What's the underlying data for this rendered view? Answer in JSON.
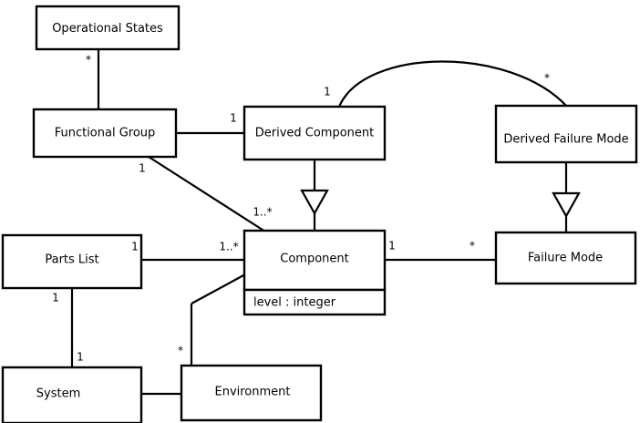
{
  "diagram": {
    "type": "uml-class-diagram",
    "background_color": "#ffffff",
    "line_color": "#000000",
    "classes": [
      {
        "id": "operational-states",
        "name": "Operational States",
        "attributes": []
      },
      {
        "id": "functional-group",
        "name": "Functional Group",
        "attributes": []
      },
      {
        "id": "derived-component",
        "name": "Derived Component",
        "attributes": []
      },
      {
        "id": "derived-failure-mode",
        "name": "Derived Failure Mode",
        "attributes": []
      },
      {
        "id": "parts-list",
        "name": "Parts List",
        "attributes": []
      },
      {
        "id": "component",
        "name": "Component",
        "attributes": [
          "level : integer"
        ]
      },
      {
        "id": "failure-mode",
        "name": "Failure Mode",
        "attributes": []
      },
      {
        "id": "system",
        "name": "System",
        "attributes": []
      },
      {
        "id": "environment",
        "name": "Environment",
        "attributes": []
      }
    ],
    "attributes": {
      "component_level": "level : integer"
    },
    "multiplicities": {
      "operational_states_to_functional_group": "*",
      "functional_group_to_derived_component": "1",
      "functional_group_to_component": "1",
      "component_from_functional_group": "1..*",
      "derived_component_to_derived_failure_mode_left": "1",
      "derived_component_to_derived_failure_mode_right": "*",
      "parts_list_to_component_left": "1",
      "parts_list_to_component_right": "1..*",
      "component_to_failure_mode_left": "1",
      "component_to_failure_mode_right": "*",
      "parts_list_to_system_top": "1",
      "parts_list_to_system_bottom": "1",
      "environment_to_component": "*"
    },
    "relationships": [
      {
        "from": "operational-states",
        "to": "functional-group",
        "kind": "association"
      },
      {
        "from": "functional-group",
        "to": "derived-component",
        "kind": "association"
      },
      {
        "from": "functional-group",
        "to": "component",
        "kind": "association"
      },
      {
        "from": "derived-component",
        "to": "derived-failure-mode",
        "kind": "association-arc"
      },
      {
        "from": "derived-component",
        "to": "component",
        "kind": "generalization"
      },
      {
        "from": "derived-failure-mode",
        "to": "failure-mode",
        "kind": "generalization"
      },
      {
        "from": "parts-list",
        "to": "component",
        "kind": "association"
      },
      {
        "from": "component",
        "to": "failure-mode",
        "kind": "association"
      },
      {
        "from": "parts-list",
        "to": "system",
        "kind": "association"
      },
      {
        "from": "system",
        "to": "environment",
        "kind": "association"
      },
      {
        "from": "environment",
        "to": "component",
        "kind": "association"
      }
    ]
  }
}
